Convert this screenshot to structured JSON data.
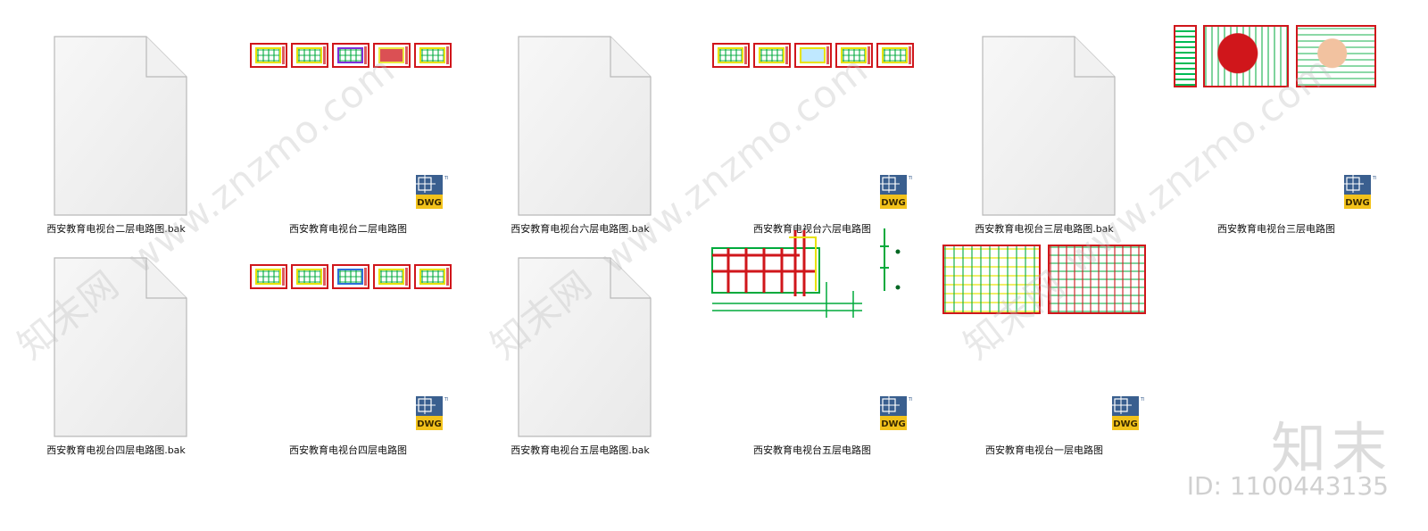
{
  "files": [
    {
      "name": "西安教育电视台二层电路图.bak",
      "type": "bak"
    },
    {
      "name": "西安教育电视台二层电路图",
      "type": "dwg"
    },
    {
      "name": "西安教育电视台六层电路图.bak",
      "type": "bak"
    },
    {
      "name": "西安教育电视台六层电路图",
      "type": "dwg"
    },
    {
      "name": "西安教育电视台三层电路图.bak",
      "type": "bak"
    },
    {
      "name": "西安教育电视台三层电路图",
      "type": "dwg"
    },
    {
      "name": "西安教育电视台四层电路图.bak",
      "type": "bak"
    },
    {
      "name": "西安教育电视台四层电路图",
      "type": "dwg"
    },
    {
      "name": "西安教育电视台五层电路图.bak",
      "type": "bak"
    },
    {
      "name": "西安教育电视台五层电路图",
      "type": "dwg"
    },
    {
      "name": "西安教育电视台一层电路图",
      "type": "dwg"
    }
  ],
  "dwg_badge": {
    "text": "DWG",
    "tm": "TM"
  },
  "watermark": {
    "url": "www.znzmo.com",
    "cn": "知末网"
  },
  "brand": {
    "name": "知末",
    "id": "ID: 1100443135"
  },
  "colors": {
    "drawing_red": "#d0161b",
    "drawing_yellow": "#e8e200",
    "drawing_green": "#00aa3c",
    "dwg_blue": "#3a5f8f",
    "dwg_yellow": "#f2c21b"
  }
}
